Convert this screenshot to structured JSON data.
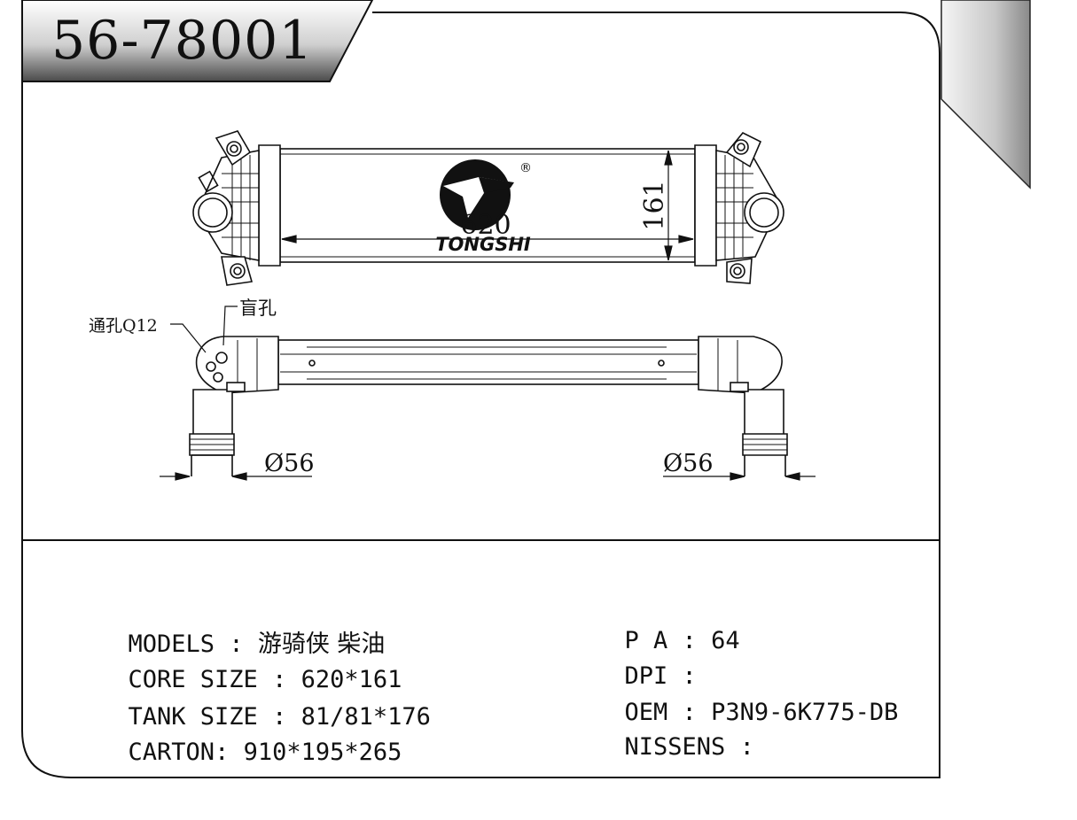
{
  "part_number": "56-78001",
  "drawing": {
    "logo_text": "TONGSHI",
    "registered_mark": "®",
    "core_length_dim": "620",
    "core_height_dim": "161",
    "vent_hole_label": "通孔Q12",
    "blind_hole_label": "盲孔",
    "pipe_diameter_left": "Ø56",
    "pipe_diameter_right": "Ø56"
  },
  "specs_left": [
    {
      "label": "MODELS",
      "sep": " : ",
      "value": "游骑侠 柴油"
    },
    {
      "label": "CORE SIZE",
      "sep": " : ",
      "value": "620*161"
    },
    {
      "label": "TANK SIZE",
      "sep": " : ",
      "value": "81/81*176"
    },
    {
      "label": "CARTON",
      "sep": ": ",
      "value": "910*195*265"
    }
  ],
  "specs_right": [
    {
      "label": "P A",
      "sep": " : ",
      "value": "64"
    },
    {
      "label": "DPI",
      "sep": " : ",
      "value": ""
    },
    {
      "label": "OEM",
      "sep": " : ",
      "value": "P3N9-6K775-DB"
    },
    {
      "label": "NISSENS",
      "sep": " : ",
      "value": ""
    }
  ]
}
